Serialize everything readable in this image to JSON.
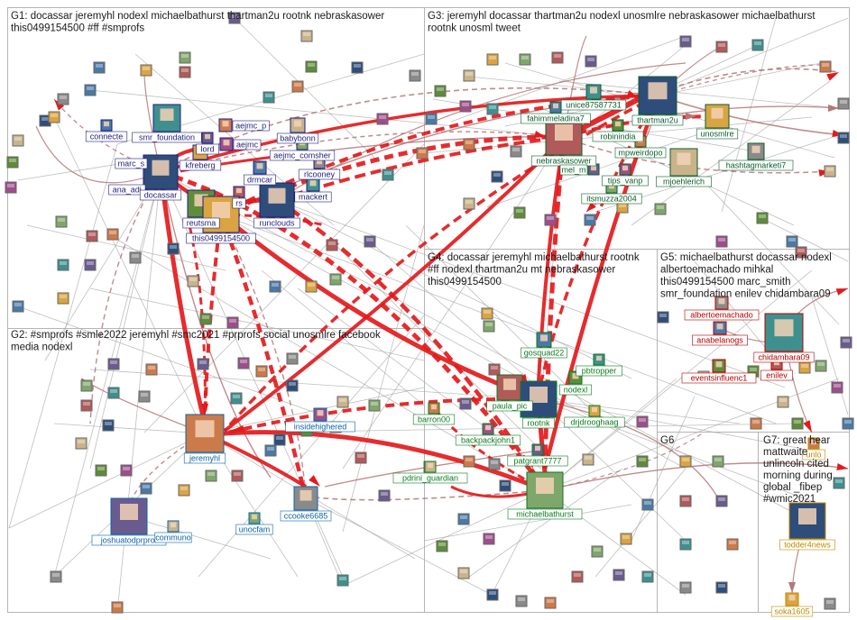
{
  "groups": [
    {
      "id": "G1",
      "title_lines": [
        "G1: docassar jeremyhl nodexl michaelbathurst thartman2u rootnk nebraskasower",
        "this0499154500 #ff #smprofs"
      ]
    },
    {
      "id": "G2",
      "title_lines": [
        "G2: #smprofs #smle2022 jeremyhl #smc2021 #prprofs social unosmlre facebook",
        "media nodexl"
      ]
    },
    {
      "id": "G3",
      "title_lines": [
        "G3: jeremyhl docassar thartman2u nodexl unosmlre nebraskasower michaelbathurst",
        "rootnk unosml tweet"
      ]
    },
    {
      "id": "G4",
      "title_lines": [
        "G4: docassar jeremyhl michaelbathurst rootnk",
        "#ff nodexl thartman2u mt nebraskasower",
        "this0499154500"
      ]
    },
    {
      "id": "G5",
      "title_lines": [
        "G5: michaelbathurst docassar nodexl",
        "albertoemachado mihkal",
        "this0499154500 marc_smith",
        "smr_foundation enilev chidambara09"
      ]
    },
    {
      "id": "G6",
      "title_lines": [
        "G6"
      ]
    },
    {
      "id": "G7",
      "title_lines": [
        "G7: great hear",
        "mattwaite",
        "unlincoln cited",
        "morning during",
        "global _fibep",
        "#wmic2021"
      ]
    }
  ],
  "node_labels": [
    {
      "id": "n_connecte",
      "label": "connecte"
    },
    {
      "id": "n_smr_foundation",
      "label": "smr_foundation"
    },
    {
      "id": "n_marc_s",
      "label": "marc_s"
    },
    {
      "id": "n_ana_adi",
      "label": "ana_adi"
    },
    {
      "id": "n_docassar",
      "label": "docassar"
    },
    {
      "id": "n_kfreberg",
      "label": "kfreberg"
    },
    {
      "id": "n_aejmc_p",
      "label": "aejmc_p"
    },
    {
      "id": "n_aejmc",
      "label": "aejmc"
    },
    {
      "id": "n_lord",
      "label": "lord"
    },
    {
      "id": "n_babybonn",
      "label": "babybonn"
    },
    {
      "id": "n_aejmc_comsher",
      "label": "aejmc_comsher"
    },
    {
      "id": "n_rlcooney",
      "label": "rlcooney"
    },
    {
      "id": "n_drmcar",
      "label": "drmcar"
    },
    {
      "id": "n_mackert",
      "label": "mackert"
    },
    {
      "id": "n_reutsma",
      "label": "reutsma"
    },
    {
      "id": "n_rs",
      "label": "rs"
    },
    {
      "id": "n_runclouds",
      "label": "runclouds"
    },
    {
      "id": "n_this0499154500",
      "label": "this0499154500"
    },
    {
      "id": "n_jeremyhl",
      "label": "jeremyhl"
    },
    {
      "id": "n_insidehighered",
      "label": "insidehighered"
    },
    {
      "id": "n_joshuatodprprof",
      "label": "joshuatodprprof"
    },
    {
      "id": "n_communo",
      "label": "communo"
    },
    {
      "id": "n_unocfam",
      "label": "unocfam"
    },
    {
      "id": "n_ccooke6685",
      "label": "ccooke6685"
    },
    {
      "id": "n_fahimmeladina7",
      "label": "fahimmeladina7"
    },
    {
      "id": "n_unice87587731",
      "label": "unice87587731"
    },
    {
      "id": "n_robinindia",
      "label": "robinindia"
    },
    {
      "id": "n_nebraskasower",
      "label": "nebraskasower"
    },
    {
      "id": "n_thartman2u",
      "label": "thartman2u"
    },
    {
      "id": "n_unosmlre",
      "label": "unosmlre"
    },
    {
      "id": "n_mpweirdopo",
      "label": "mpweirdopo"
    },
    {
      "id": "n_tips_vanp",
      "label": "tips_vanp"
    },
    {
      "id": "n_mel_m",
      "label": "mel_m"
    },
    {
      "id": "n_mjoehlerich",
      "label": "mjoehlerich"
    },
    {
      "id": "n_itsmuzza2004",
      "label": "itsmuzza2004"
    },
    {
      "id": "n_hashtagmarketi7",
      "label": "hashtagmarketi7"
    },
    {
      "id": "n_gosquad22",
      "label": "gosquad22"
    },
    {
      "id": "n_pbtropper",
      "label": "pbtropper"
    },
    {
      "id": "n_nodexl",
      "label": "nodexl"
    },
    {
      "id": "n_paula_pic",
      "label": "paula_pic"
    },
    {
      "id": "n_rootnk",
      "label": "rootnk"
    },
    {
      "id": "n_drjdrooghaag",
      "label": "drjdrooghaag"
    },
    {
      "id": "n_barron00",
      "label": "barron00"
    },
    {
      "id": "n_backpackjohn1",
      "label": "backpackjohn1"
    },
    {
      "id": "n_patgrant7777",
      "label": "patgrant7777"
    },
    {
      "id": "n_pdrini_guardian",
      "label": "pdrini_guardian"
    },
    {
      "id": "n_michaelbathurst",
      "label": "michaelbathurst"
    },
    {
      "id": "n_albertoemachado",
      "label": "albertoemachado"
    },
    {
      "id": "n_anabelanogs",
      "label": "anabelanogs"
    },
    {
      "id": "n_chidambara09",
      "label": "chidambara09"
    },
    {
      "id": "n_eventsinfluenc1",
      "label": "eventsinfluenc1"
    },
    {
      "id": "n_enilev",
      "label": "enilev"
    },
    {
      "id": "n_todder4news",
      "label": "todder4news"
    },
    {
      "id": "n_soka1605",
      "label": "soka1605"
    },
    {
      "id": "n_unlo",
      "label": "unlo"
    }
  ],
  "colors": {
    "g1_label": "#1f1f7a",
    "g2_label": "#0b63a8",
    "g3_label": "#0b5d2a",
    "g4_label": "#0a7a1e",
    "g5_label": "#b40000",
    "g7_label": "#c08a00",
    "edge_grey": "#a9a9a9",
    "edge_red": "#e31a1c",
    "edge_mauve": "#b5777a"
  }
}
